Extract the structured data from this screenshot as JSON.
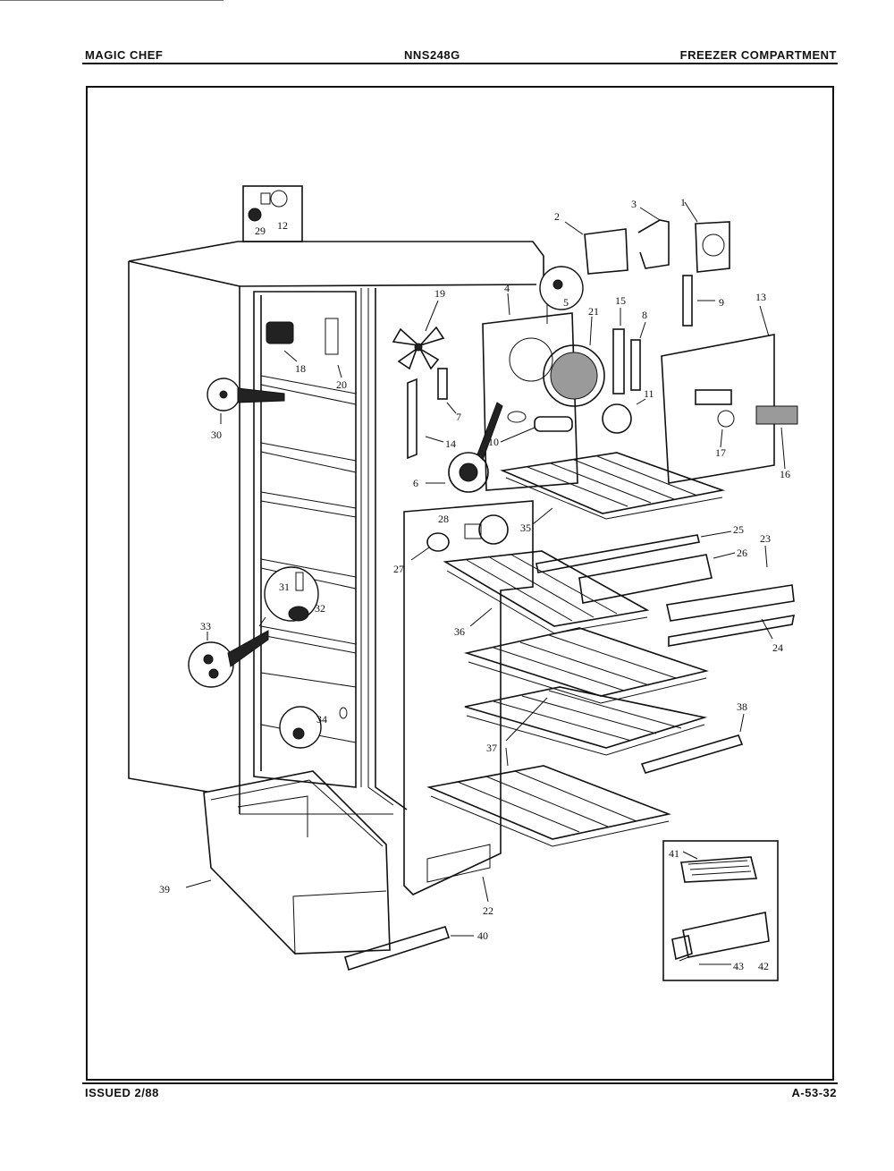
{
  "header": {
    "brand": "MAGIC CHEF",
    "model": "NNS248G",
    "section": "FREEZER COMPARTMENT"
  },
  "footer": {
    "issued": "ISSUED 2/88",
    "page_code": "A-53-32"
  },
  "callouts": {
    "c1": "1",
    "c2": "2",
    "c3": "3",
    "c4": "4",
    "c5": "5",
    "c6": "6",
    "c7": "7",
    "c8": "8",
    "c9": "9",
    "c10": "10",
    "c11": "11",
    "c12": "12",
    "c13": "13",
    "c14": "14",
    "c15": "15",
    "c16": "16",
    "c17": "17",
    "c18": "18",
    "c19": "19",
    "c20": "20",
    "c21": "21",
    "c22": "22",
    "c23": "23",
    "c24": "24",
    "c25": "25",
    "c26": "26",
    "c27": "27",
    "c28": "28",
    "c29": "29",
    "c30": "30",
    "c31": "31",
    "c32": "32",
    "c33": "33",
    "c34": "34",
    "c35": "35",
    "c36": "36",
    "c37": "37",
    "c38": "38",
    "c39": "39",
    "c40": "40",
    "c41": "41",
    "c42": "42",
    "c43": "43"
  }
}
